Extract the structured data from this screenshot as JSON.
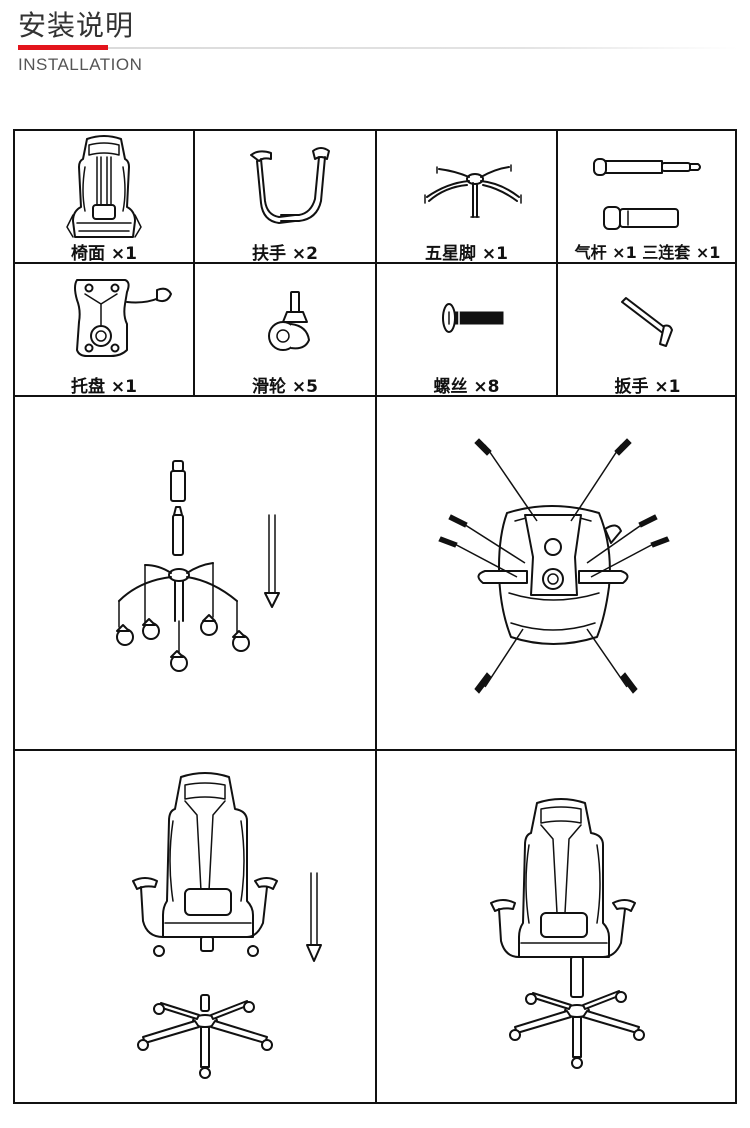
{
  "header": {
    "title": "安装说明",
    "subtitle": "INSTALLATION"
  },
  "parts": [
    {
      "label": "椅面 ×1",
      "icon": "seat-icon"
    },
    {
      "label": "扶手 ×2",
      "icon": "armrest-icon"
    },
    {
      "label": "五星脚 ×1",
      "icon": "star-base-icon"
    },
    {
      "label": "气杆 ×1  三连套 ×1",
      "icon": "gas-lift-icon"
    },
    {
      "label": "托盘 ×1",
      "icon": "tray-icon"
    },
    {
      "label": "滑轮 ×5",
      "icon": "caster-icon"
    },
    {
      "label": "螺丝 ×8",
      "icon": "screw-icon"
    },
    {
      "label": "扳手 ×1",
      "icon": "wrench-icon"
    }
  ],
  "steps": [
    {
      "icon": "base-assembly-icon"
    },
    {
      "icon": "tray-mounting-icon"
    },
    {
      "icon": "seat-drop-icon"
    },
    {
      "icon": "assembled-chair-icon"
    }
  ]
}
